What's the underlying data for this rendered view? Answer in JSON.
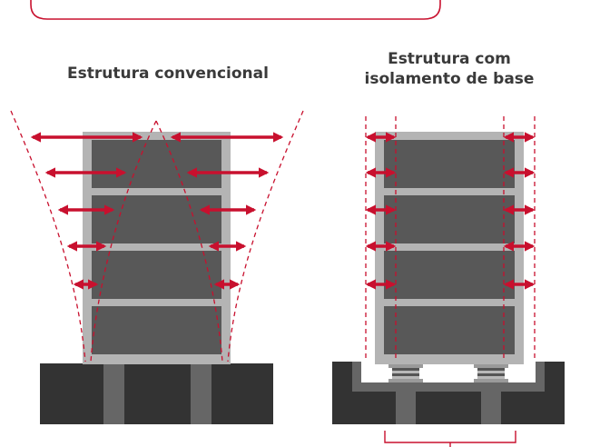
{
  "titles": {
    "conventional": "Estrutura convencional",
    "isolated_line1": "Estrutura com",
    "isolated_line2": "isolamento de base"
  },
  "colors": {
    "accent": "#c8102e",
    "frame": "#b4b4b4",
    "floor_panel": "#585858",
    "ground": "#333333",
    "column_bar": "#666666",
    "isolator": "#9a9a9a"
  },
  "diagram": {
    "conventional": {
      "floors": 4,
      "displacement_arrows": 5
    },
    "isolated": {
      "floors": 4,
      "displacement_arrows": 5,
      "isolators": 2
    }
  }
}
